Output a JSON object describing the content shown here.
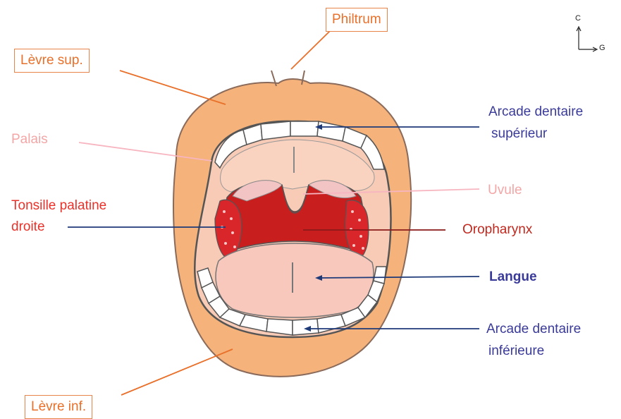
{
  "labels": {
    "philtrum": "Philtrum",
    "levre_sup": "Lèvre sup.",
    "levre_inf": "Lèvre inf.",
    "palais": "Palais",
    "tonsille_line1": "Tonsille palatine",
    "tonsille_line2": "droite",
    "arcade_sup_line1": "Arcade dentaire",
    "arcade_sup_line2": "supérieur",
    "uvule": "Uvule",
    "oropharynx": "Oropharynx",
    "langue": "Langue",
    "arcade_inf_line1": "Arcade dentaire",
    "arcade_inf_line2": "inférieure"
  },
  "orientation": {
    "up": "C",
    "right": "G"
  },
  "colors": {
    "lip": "#f5b27a",
    "mouth_interior": "#f8cbb6",
    "pharynx": "#c81e1e",
    "tonsil": "#d8262a",
    "uvula_zone": "#f2c4c4",
    "tooth": "#ffffff",
    "label_orange": "#e8702a",
    "label_blue": "#3a3a9a",
    "label_pink": "#f4a6a6",
    "label_red": "#e8322a",
    "leader_blue": "#1e3a78",
    "leader_pink": "#f7b5c0",
    "leader_orange": "#e8702a",
    "leader_brown": "#8a1a1a"
  }
}
